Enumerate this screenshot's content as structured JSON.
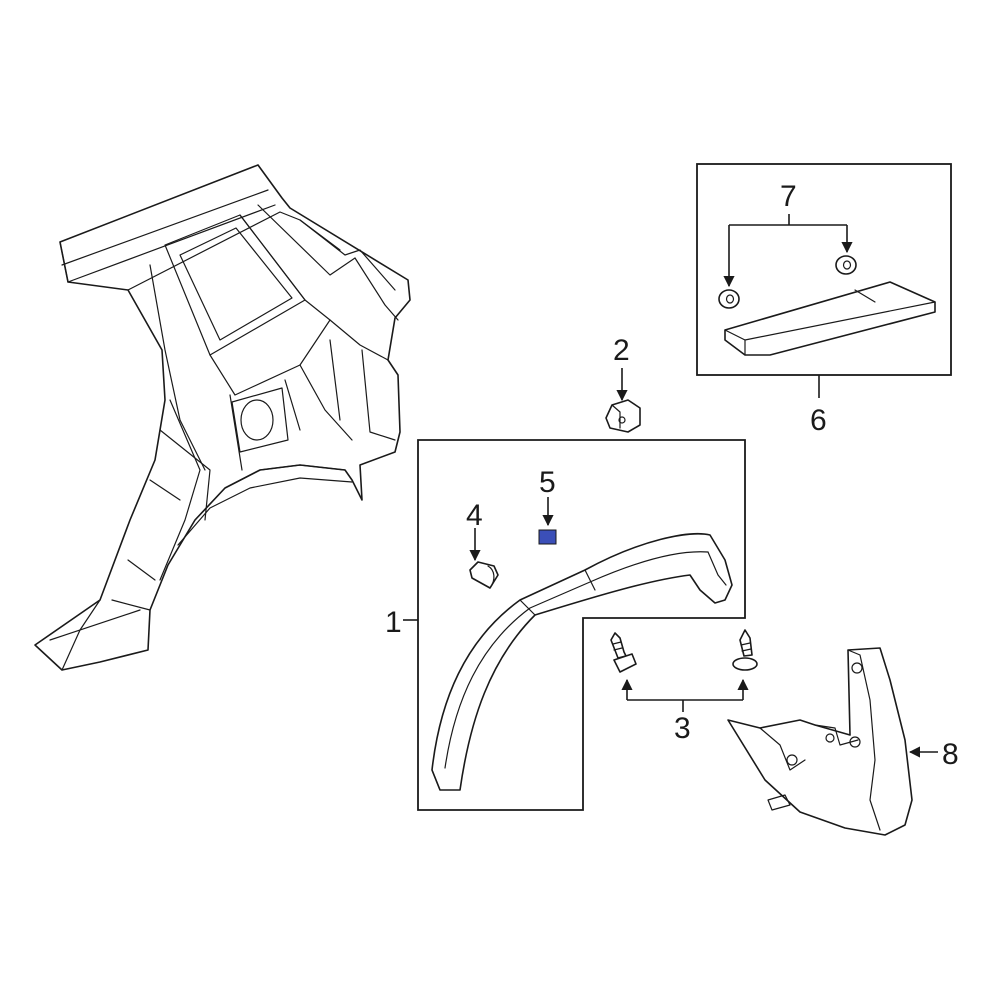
{
  "callouts": {
    "c1": "1",
    "c2": "2",
    "c3": "3",
    "c4": "4",
    "c5": "5",
    "c6": "6",
    "c7": "7",
    "c8": "8"
  },
  "colors": {
    "line": "#1a1a1a",
    "highlight": "#3b4fb8",
    "background": "#ffffff"
  }
}
